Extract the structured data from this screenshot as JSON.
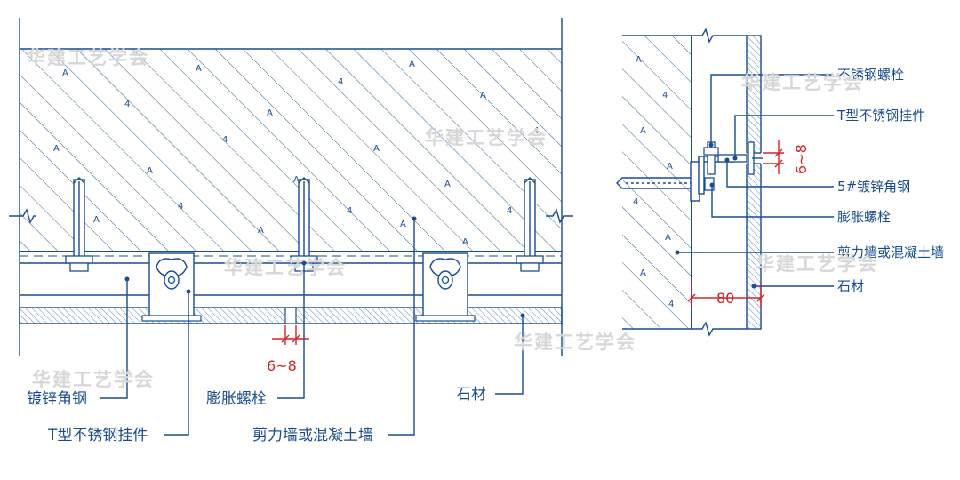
{
  "watermark": "华建工艺学会",
  "left_view": {
    "labels": {
      "angle_steel": "镀锌角钢",
      "t_hanger": "T型不锈钢挂件",
      "expansion_bolt": "膨胀螺栓",
      "shear_wall": "剪力墙或混凝土墙",
      "stone": "石材"
    },
    "gap_dimension": "6~8"
  },
  "right_view": {
    "labels": {
      "stainless_bolt": "不锈钢螺栓",
      "t_hanger": "T型不锈钢挂件",
      "angle_steel": "5#镀锌角钢",
      "expansion_bolt": "膨胀螺栓",
      "shear_wall": "剪力墙或混凝土墙",
      "stone": "石材"
    },
    "gap_dimension": "6~8",
    "offset_dimension": "80"
  },
  "colors": {
    "line": "#1a4d8f",
    "dimension": "#d6232a",
    "watermark": "#d7d7d7"
  }
}
